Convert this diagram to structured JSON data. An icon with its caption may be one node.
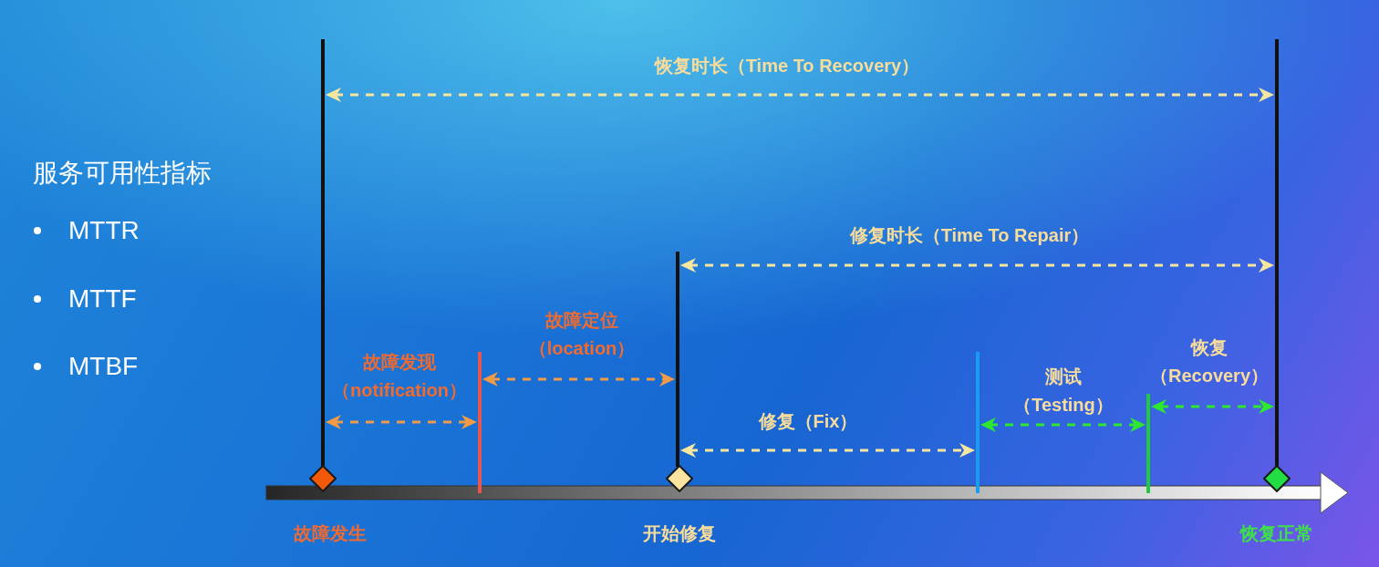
{
  "diagram": {
    "nodes": [
      {
        "text": [],
        "shape": "diamond",
        "beside": [
          "故障发生"
        ]
      },
      {
        "text": [],
        "shape": "diamond",
        "beside": [
          "开始修复"
        ]
      },
      {
        "text": [],
        "shape": "diamond",
        "beside": [
          "恢复正常"
        ]
      }
    ],
    "labels": [
      "服务可用性指标",
      "MTTR",
      "MTTF",
      "MTBF",
      "恢复时长（Time To Recovery）",
      "修复时长（Time To Repair）",
      "故障定位（location）",
      "恢复（Recovery）",
      "故障发现（notification）",
      "测试（Testing）",
      "修复（Fix）"
    ]
  }
}
